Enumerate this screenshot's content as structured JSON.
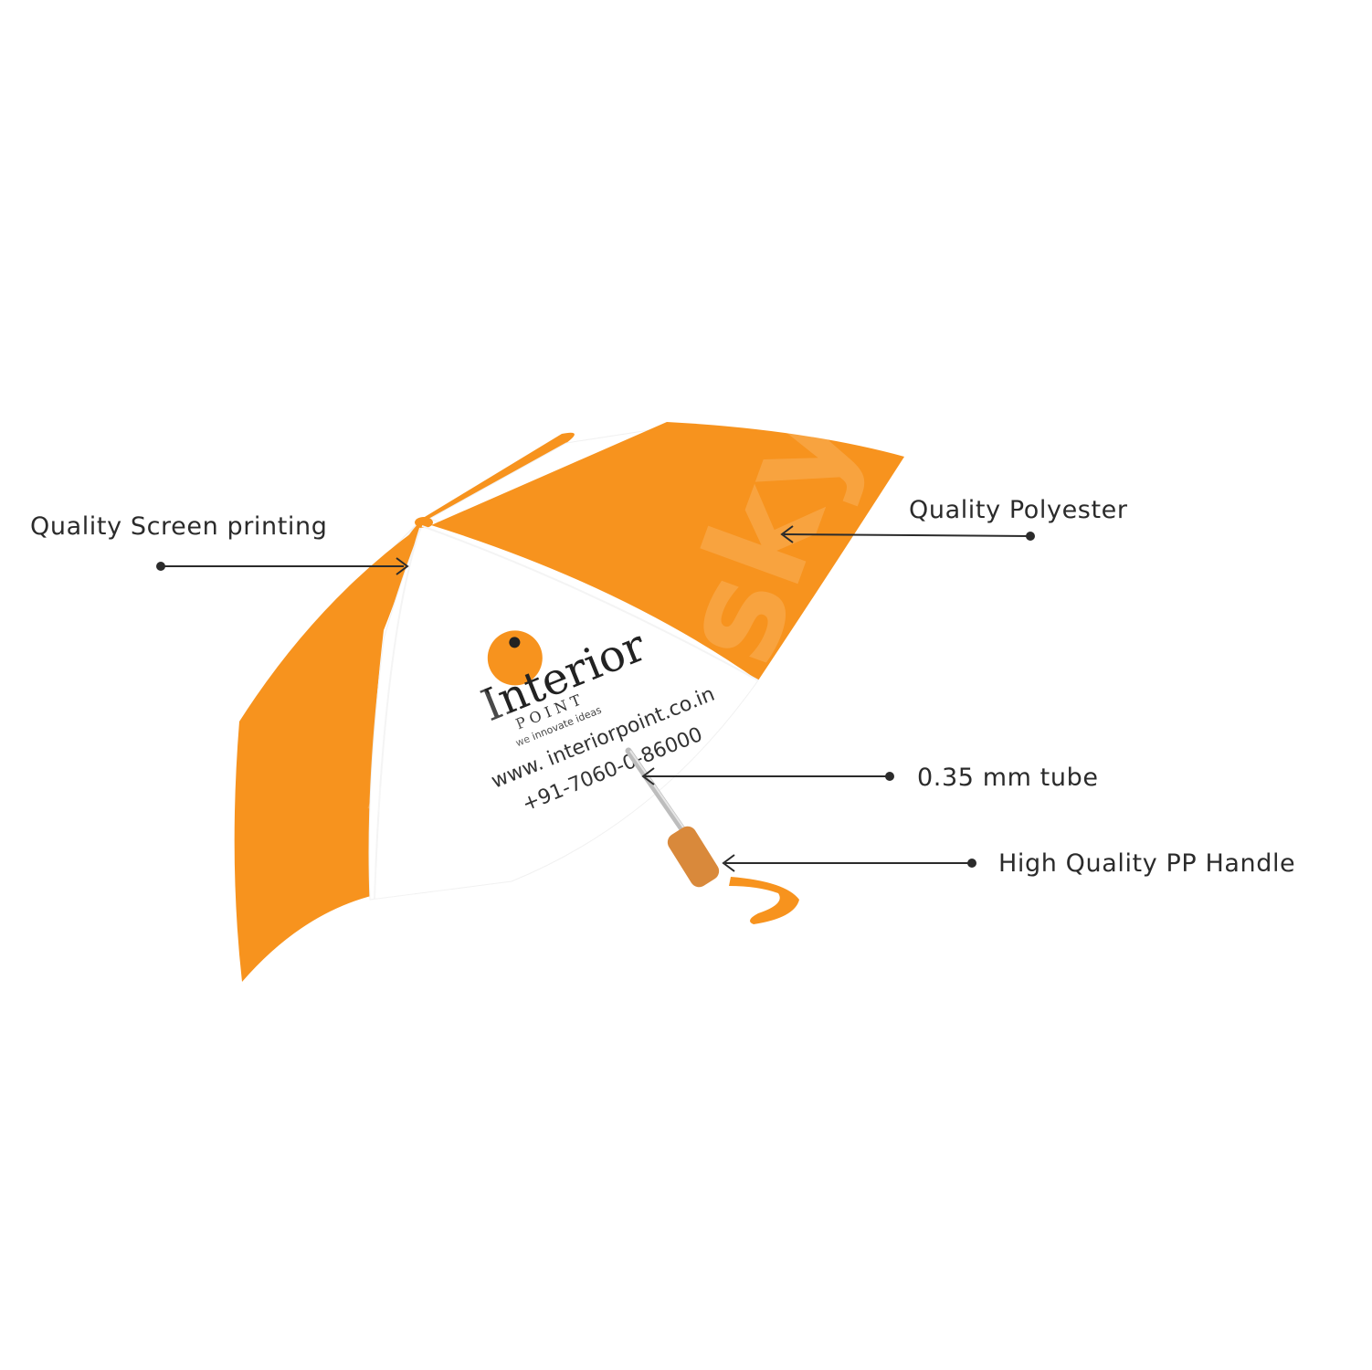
{
  "colors": {
    "canopy_orange": "#f7931e",
    "canopy_white": "#ffffff",
    "handle_wood": "#d9893b",
    "line": "#2b2b2b",
    "text": "#2b2b2b"
  },
  "callouts": [
    {
      "id": "screen",
      "label": "Quality Screen printing"
    },
    {
      "id": "polyester",
      "label": "Quality Polyester"
    },
    {
      "id": "tube",
      "label": "0.35 mm tube"
    },
    {
      "id": "handle",
      "label": "High Quality PP Handle"
    }
  ],
  "print": {
    "brand": "Interior",
    "brand_sub": "P O I N T",
    "tagline": "we innovate ideas",
    "website": "www. interiorpoint.co.in",
    "phone": "+91-7060-0-86000"
  },
  "watermark": {
    "text": "sky"
  }
}
